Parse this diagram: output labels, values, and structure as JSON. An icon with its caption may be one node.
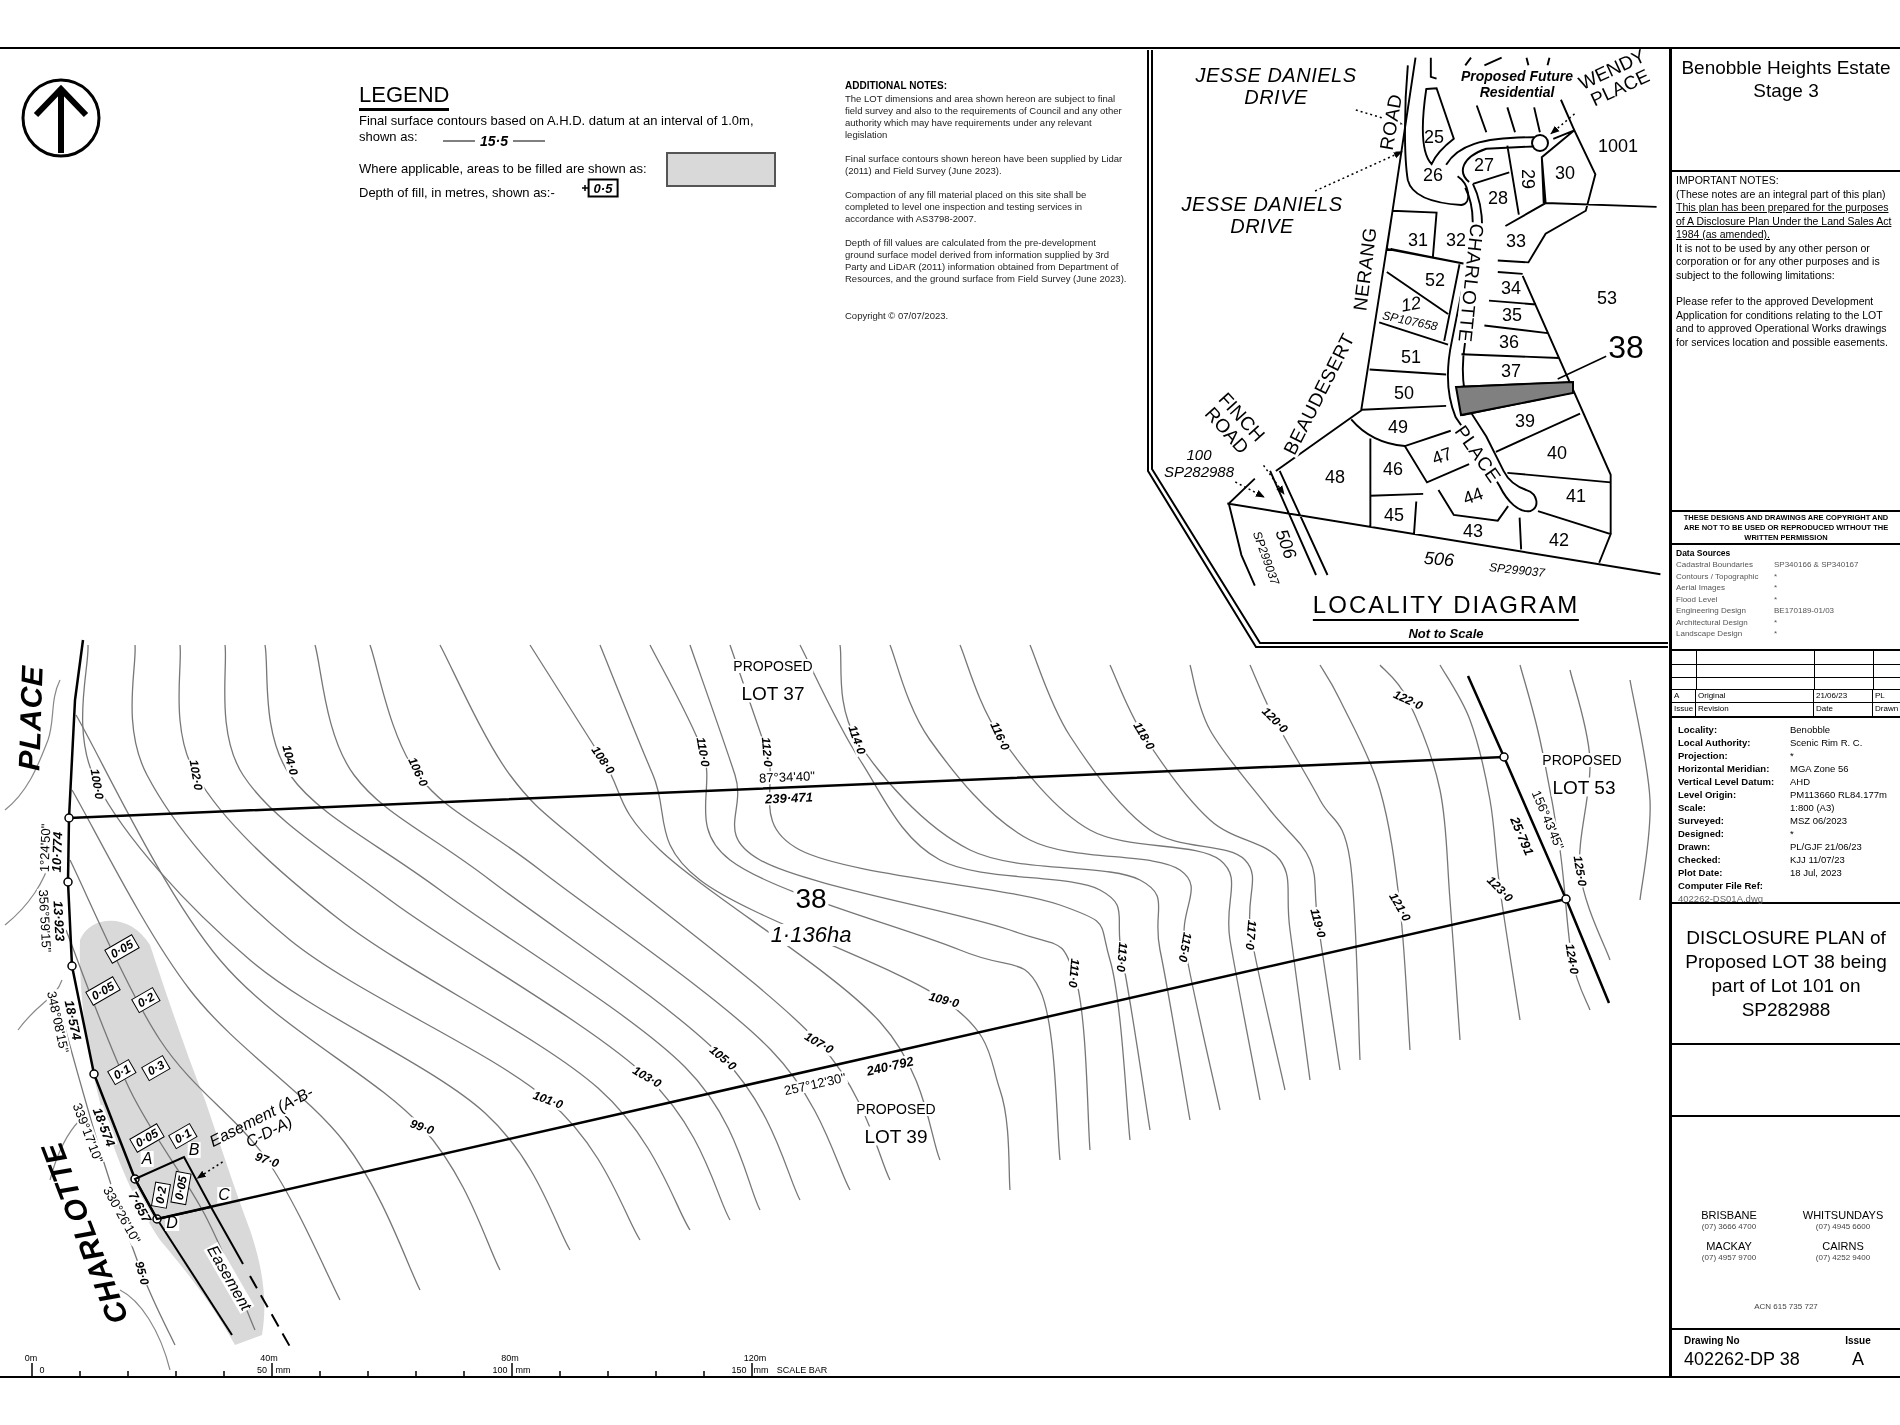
{
  "diagram": {
    "nodes": [
      {
        "text": [
          "Benobble Heights Estate Stage 3"
        ]
      },
      {
        "text": [
          "IMPORTANT NOTES:",
          "(These notes are an integral part of this plan)",
          "This plan has been prepared for the purposes of A Disclosure Plan Under the Land Sales Act 1984 (as amended).",
          "It is not to be used by any other person or corporation or for any other purposes and is subject to the following limitations:",
          "Please refer to the approved Development Application for conditions relating to the LOT and to approved Operational Works drawings for services location and possible easements."
        ]
      },
      {
        "text": [
          "THESE DESIGNS AND DRAWINGS ARE COPYRIGHT AND ARE NOT TO BE USED OR REPRODUCED WITHOUT THE WRITTEN PERMISSION"
        ]
      },
      {
        "text": [
          "Data Sources",
          "Cadastral Boundaries",
          "SP340166 & SP340167",
          "Contours / Topographic",
          "*",
          "Aerial Images",
          "*",
          "Flood Level",
          "*",
          "Engineering Design",
          "BE170189-01/03",
          "Architectural Design",
          "*",
          "Landscape Design",
          "*"
        ]
      },
      {
        "text": [
          "A",
          "Original",
          "21/06/23",
          "PL",
          "Issue",
          "Revision",
          "Date",
          "Drawn"
        ]
      },
      {
        "text": [
          "Locality:",
          "Benobble",
          "Local Authority:",
          "Scenic Rim R. C.",
          "Projection:",
          "*",
          "Horizontal Meridian:",
          "MGA Zone 56",
          "Vertical Level Datum:",
          "AHD",
          "Level Origin:",
          "PM113660 RL84.177m",
          "Scale:",
          "1:800 (A3)",
          "Surveyed:",
          "MSZ 06/2023",
          "Designed:",
          "*",
          "Drawn:",
          "PL/GJF 21/06/23",
          "Checked:",
          "KJJ 11/07/23",
          "Plot Date:",
          "18 Jul, 2023",
          "Computer File Ref:",
          "402262-DS01A.dwg"
        ]
      },
      {
        "text": [
          "DISCLOSURE PLAN of Proposed LOT 38 being part of Lot 101 on SP282988"
        ]
      },
      {
        "text": [
          "BRISBANE",
          "(07) 3666 4700",
          "WHITSUNDAYS",
          "(07) 4945 6600",
          "MACKAY",
          "(07) 4957 9700",
          "CAIRNS",
          "(07) 4252 9400",
          "ACN 615 735 727"
        ]
      },
      {
        "text": [
          "Drawing No",
          "Issue",
          "402262-DP 38",
          "A"
        ]
      },
      {
        "text": [
          "LOCALITY DIAGRAM",
          "Not to Scale"
        ]
      },
      {
        "text": [
          "JESSE DANIELS DRIVE"
        ],
        "in": 9
      },
      {
        "text": [
          "JESSE DANIELS DRIVE"
        ],
        "in": 9
      },
      {
        "text": [
          "WENDY PLACE"
        ],
        "in": 9
      },
      {
        "text": [
          "FINCH ROAD"
        ],
        "in": 9
      },
      {
        "text": [
          "100 SP282988"
        ],
        "in": 9
      },
      {
        "text": [
          "38"
        ],
        "in": 9
      },
      {
        "text": [],
        "shape": "box",
        "in": 9
      },
      {
        "text": [
          "38",
          "1·136ha"
        ]
      },
      {
        "text": [
          "0·05"
        ],
        "in": 17
      },
      {
        "text": [
          "0·05"
        ],
        "in": 17
      },
      {
        "text": [
          "0·2"
        ],
        "in": 17
      },
      {
        "text": [
          "0·1"
        ],
        "in": 17
      },
      {
        "text": [
          "0·3"
        ],
        "in": 17
      },
      {
        "text": [
          "0·05"
        ],
        "in": 17
      },
      {
        "text": [
          "0·1"
        ],
        "in": 17
      },
      {
        "text": [],
        "shape": "box",
        "in": 17
      },
      {
        "text": [
          "0·2"
        ],
        "in": 25
      },
      {
        "text": [
          "0·05"
        ],
        "in": 25
      },
      {
        "text": [
          "Easement (A-B-C-D-A)"
        ],
        "in": 17
      },
      {
        "text": [],
        "shape": "bar",
        "in": 9
      },
      {
        "text": [],
        "shape": "circle",
        "in": 9
      }
    ],
    "edges": [
      {
        "from": 10,
        "to": 29,
        "arrow": "to",
        "style": "dashed"
      },
      {
        "from": 11,
        "to": 29,
        "arrow": "to",
        "style": "dashed"
      },
      {
        "from": 12,
        "to": 30,
        "arrow": "to",
        "style": "dashed"
      },
      {
        "from": 13,
        "to": null,
        "arrow": "to",
        "style": "dashed"
      },
      {
        "from": 14,
        "to": null,
        "arrow": "to",
        "style": "dashed"
      },
      {
        "from": 15,
        "to": 16,
        "arrow": "none"
      },
      {
        "from": 28,
        "to": 25,
        "arrow": "to",
        "style": "dashed"
      }
    ],
    "labels": [
      "LEGEND",
      "15·5",
      "0·5",
      "ADDITIONAL NOTES:",
      "The LOT dimensions and area shown hereon are subject to final field survey and also to the requirements of Council and any other authority which may have requirements under any relevant legislation",
      "Final surface contours shown hereon have been supplied by Lidar (2011) and Field Survey (June 2023).",
      "Compaction of any fill material placed on this site shall be completed to level one inspection and testing services in accordance with AS3798-2007.",
      "Depth of fill values are calculated from the pre-development ground surface model derived from information supplied by 3rd Party and LiDAR (2011) information obtained from Department of Resources, and the ground surface from Field Survey (June 2023).",
      "Copyright © 07/07/2023.",
      "Proposed Future Residential",
      "ROAD",
      "25",
      "1001",
      "27",
      "29",
      "30",
      "26",
      "28",
      "31",
      "32",
      "33",
      "NERANG",
      "CHARLOTTE",
      "52",
      "34",
      "53",
      "12",
      "SP107658",
      "35",
      "36",
      "51",
      "37",
      "50",
      "BEAUDESERT",
      "39",
      "49",
      "PLACE",
      "40",
      "47",
      "48",
      "46",
      "41",
      "44",
      "45",
      "43",
      "42",
      "506",
      "SP299037",
      "506",
      "SP299037",
      "PLACE",
      "PROPOSED",
      "LOT 37",
      "100·0",
      "102·0",
      "104·0",
      "106·0",
      "108·0",
      "110·0",
      "112·0",
      "114·0",
      "116·0",
      "118·0",
      "120·0",
      "122·0",
      "87°34'40\"",
      "239·471",
      "PROPOSED",
      "LOT 53",
      "1°24'50\"",
      "10·774",
      "356°59'15\"",
      "13·923",
      "348°08'15\"",
      "18·574",
      "339°17'10\"",
      "18·574",
      "7·657",
      "330°26'10\"",
      "95·0",
      "97·0",
      "99·0",
      "A",
      "B",
      "C",
      "D",
      "Easement",
      "PROPOSED",
      "LOT 39",
      "121·0",
      "123·0",
      "125·0",
      "156°43'45\"",
      "25·791",
      "119·0",
      "117·0",
      "115·0",
      "113·0",
      "111·0",
      "124·0",
      "109·0",
      "107·0",
      "105·0",
      "103·0",
      "101·0",
      "257°12'30\"",
      "240·792",
      "0m",
      "0",
      "40m",
      "50",
      "mm",
      "80m",
      "100",
      "mm",
      "120m",
      "150",
      "mm",
      "SCALE BAR",
      "CHARLOTTE"
    ],
    "legend": [
      {
        "text": "Final surface contours based on A.H.D. datum at an interval of 1.0m, shown as:"
      },
      {
        "text": "Where applicable, areas to be filled are shown as:",
        "color": "#d9d9d9"
      },
      {
        "text": "Depth of fill, in metres, shown as:-"
      }
    ]
  }
}
